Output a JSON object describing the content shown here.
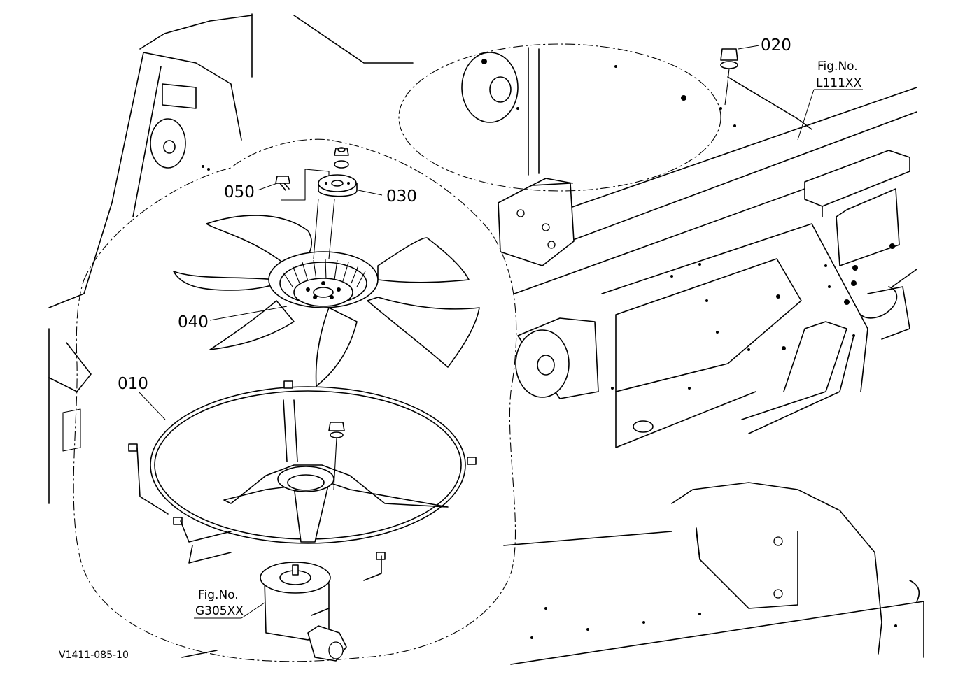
{
  "diagram_code": "V1411-085-10",
  "callouts": {
    "p010": "010",
    "p020": "020",
    "p030": "030",
    "p040": "040",
    "p050": "050"
  },
  "fig_refs": {
    "upper": {
      "prefix": "Fig.No.",
      "number": "L111XX"
    },
    "lower": {
      "prefix": "Fig.No.",
      "number": "G305XX"
    }
  }
}
